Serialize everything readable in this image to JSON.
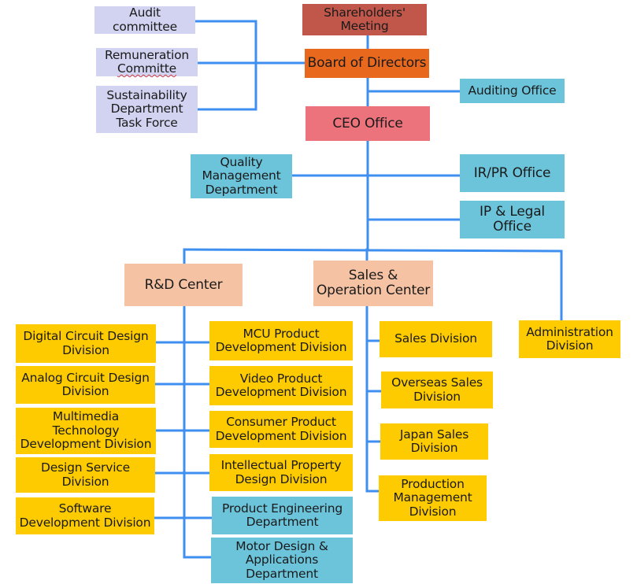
{
  "colors": {
    "connector": "#3f8ff0",
    "shareholders": "#c0574a",
    "board": "#e8681e",
    "ceo": "#ec737b",
    "committee": "#d1d3f0",
    "office": "#6cc4db",
    "center": "#f5c3a4",
    "division": "#fecb00"
  },
  "governance": {
    "shareholders": "Shareholders'\nMeeting",
    "board": "Board of Directors",
    "ceo": "CEO Office",
    "auditing_office": "Auditing Office"
  },
  "committees": [
    {
      "id": "audit",
      "label": "Audit\ncommittee"
    },
    {
      "id": "remuneration",
      "label_line1": "Remuneration",
      "label_line2": "Committe"
    },
    {
      "id": "sustainability",
      "label": "Sustainability\nDepartment\nTask Force"
    }
  ],
  "ceo_units": {
    "quality": "Quality\nManagement\nDepartment",
    "irpr": "IR/PR Office",
    "ip_legal": "IP & Legal Office"
  },
  "centers": {
    "rd": "R&D Center",
    "sales_ops": "Sales &\nOperation Center",
    "admin": "Administration\nDivision"
  },
  "rd_left": [
    "Digital Circuit Design\nDivision",
    "Analog Circuit Design\nDivision",
    "Multimedia\nTechnology\nDevelopment Division",
    "Design Service\nDivision",
    "Software\nDevelopment Division"
  ],
  "rd_right": [
    "MCU Product\nDevelopment Division",
    "Video Product\nDevelopment Division",
    "Consumer Product\nDevelopment Division",
    "Intellectual Property\nDesign Division",
    "Product Engineering\nDepartment",
    "Motor Design &\nApplications\nDepartment"
  ],
  "sales_units": [
    "Sales Division",
    "Overseas Sales\nDivision",
    "Japan Sales\nDivision",
    "Production\nManagement\nDivision"
  ]
}
